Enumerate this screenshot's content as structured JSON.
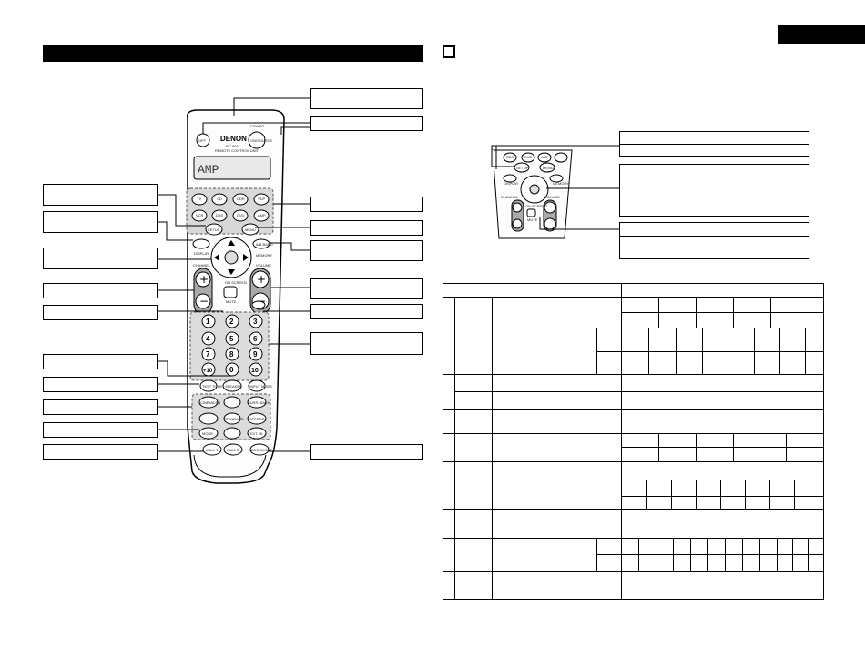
{
  "remote": {
    "brand": "DENON",
    "model": "RC-893",
    "subtitle": "REMOTE CONTROL UNIT",
    "lcd_text": "AMP",
    "power_label": "POWER",
    "buttons": {
      "off": "OFF",
      "on_source": "ON/SOURCE",
      "tv": "TV",
      "cd": "CD",
      "cdr": "CDR",
      "vdp": "VDP",
      "vcr": "VCR",
      "dbs": "DBS",
      "dvd": "DVD",
      "amp": "AMP",
      "setup": "SETUP",
      "menu": "MENU",
      "display": "DISPLAY",
      "memory": "MEMORY",
      "a_b_band": "A/B BAND",
      "channel": "CHANNEL",
      "volume": "VOLUME",
      "mute": "MUTE",
      "on_screen": "ON SCREEN",
      "num": [
        "1",
        "2",
        "3",
        "4",
        "5",
        "6",
        "7",
        "8",
        "9",
        "+10",
        "0",
        "10"
      ],
      "test_tone": "TEST TONE",
      "speaker": "SPEAKER",
      "input_mode": "INPUT MODE",
      "cinema_eq": "CINEMA EQ",
      "surround_back": "SURR. BACK",
      "standard": "STANDARD",
      "stereo": "STEREO",
      "mode": "MODE",
      "ext_in": "EXT. IN",
      "call1": "CALL 1",
      "call2": "CALL 2",
      "backlight": "BACKLIGHT"
    }
  },
  "remote_small": {
    "labels": [
      "DBS",
      "DVD",
      "AMP",
      "SETUP",
      "MENU",
      "DISPLAY",
      "MEMORY",
      "CHANNEL",
      "VOLUME",
      "MUTE",
      "ON SCREEN"
    ]
  }
}
